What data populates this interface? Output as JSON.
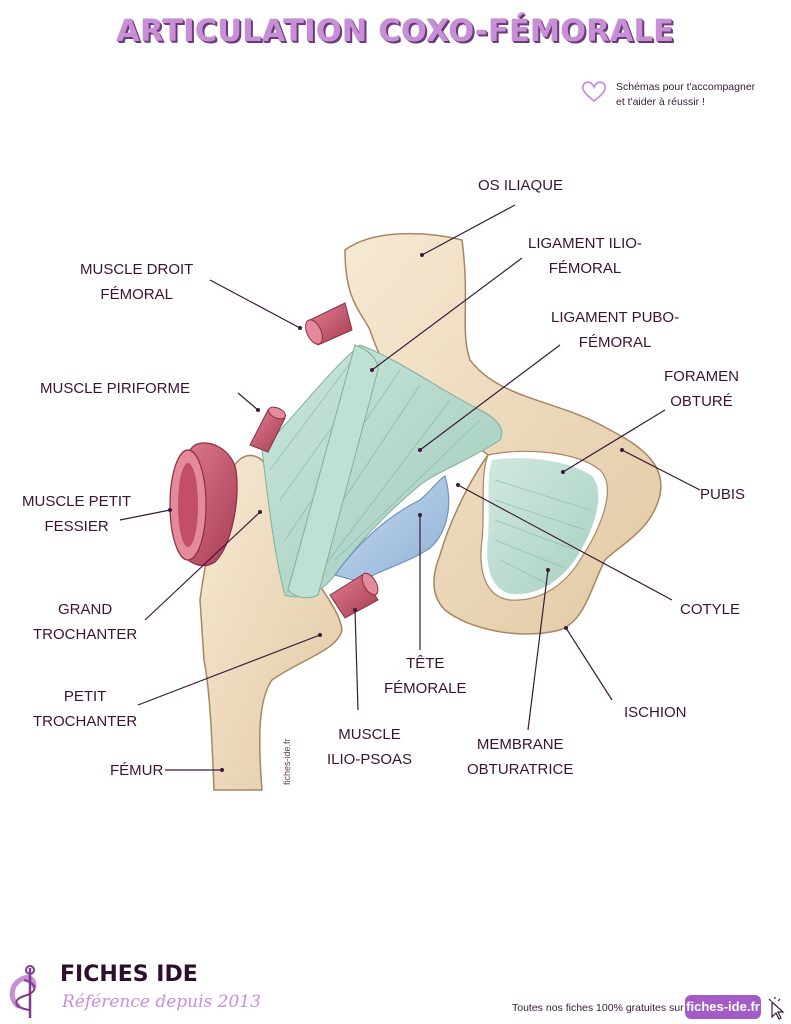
{
  "header": {
    "title": "ARTICULATION COXO-FÉMORALE",
    "tagline_line1": "Schémas pour t'accompagner",
    "tagline_line2": "et t'aider à réussir !"
  },
  "labels": {
    "os_iliaque": "OS ILIAQUE",
    "ligament_ilio_1": "LIGAMENT ILIO-",
    "ligament_ilio_2": "FÉMORAL",
    "ligament_pubo_1": "LIGAMENT PUBO-",
    "ligament_pubo_2": "FÉMORAL",
    "foramen_1": "FORAMEN",
    "foramen_2": "OBTURÉ",
    "pubis": "PUBIS",
    "cotyle": "COTYLE",
    "ischion": "ISCHION",
    "membrane_1": "MEMBRANE",
    "membrane_2": "OBTURATRICE",
    "tete_1": "TÊTE",
    "tete_2": "FÉMORALE",
    "ilio_psoas_1": "MUSCLE",
    "ilio_psoas_2": "ILIO-PSOAS",
    "droit_1": "MUSCLE DROIT",
    "droit_2": "FÉMORAL",
    "piriforme": "MUSCLE PIRIFORME",
    "petit_fessier_1": "MUSCLE PETIT",
    "petit_fessier_2": "FESSIER",
    "grand_troch_1": "GRAND",
    "grand_troch_2": "TROCHANTER",
    "petit_troch_1": "PETIT",
    "petit_troch_2": "TROCHANTER",
    "femur": "FÉMUR"
  },
  "watermark": "fiches-ide.fr",
  "footer": {
    "brand": "FICHES IDE",
    "subtitle": "Référence depuis 2013",
    "note": "Toutes nos fiches 100% gratuites sur",
    "site_button": "fiches-ide.fr"
  },
  "colors": {
    "title": "#c98ed8",
    "bone": "#efdcc0",
    "ligament": "#b9ddd0",
    "cartilage": "#aac6e4",
    "muscle": "#c9596e",
    "accent": "#a35cc7"
  }
}
